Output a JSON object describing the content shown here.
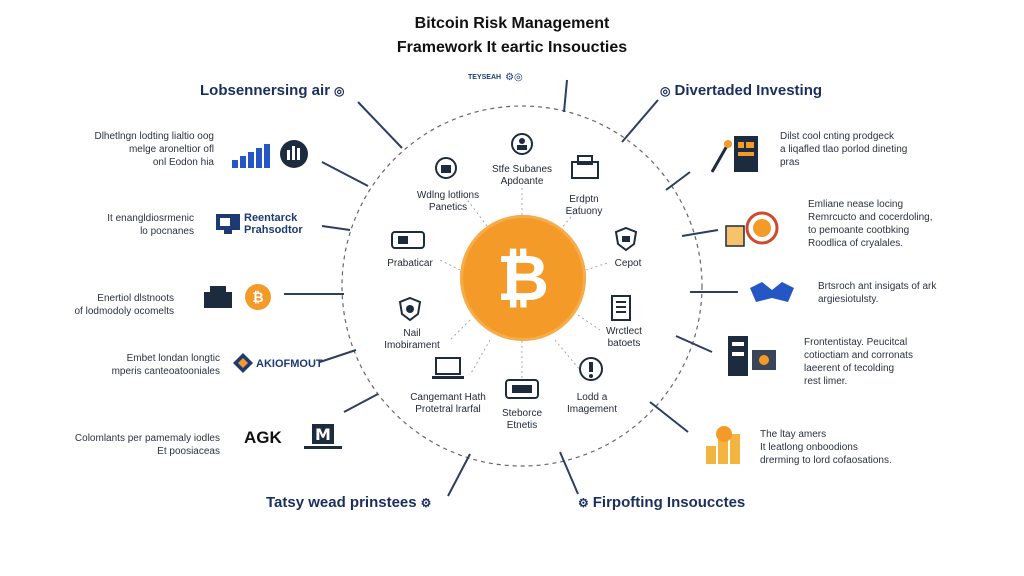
{
  "title": {
    "line1": "Bitcoin Risk Management",
    "line2": "Framework It eartic Insoucties"
  },
  "top_logo": {
    "text": "TEYSEAH"
  },
  "headings": {
    "top_left": "Lobsennersing air",
    "top_right": "Divertaded Investing",
    "bottom_left": "Tatsy wead prinstees",
    "bottom_right": "Firpofting Insoucctes"
  },
  "left_items": [
    {
      "text": "Dlhetlngn lodting lialtio oog\nmelge aroneltior ofl\nonl Eodon hia",
      "icon": "bar-chart-icon"
    },
    {
      "text": "It enangldiosrmenic\nlo pocnanes",
      "brand": "Reentarck\nPrahsodtor",
      "icon": "monitor-logo-icon"
    },
    {
      "text": "Enertiol dlstnoots\nof lodmodoly ocomelts",
      "icon": "bitcoin-coin-icon"
    },
    {
      "text": "Embet londan longtic\nmperis canteoatooniales",
      "brand": "AKIOFMOUT",
      "icon": "diamond-logo-icon"
    },
    {
      "text": "Colomlants per pamemaly iodles\nEt poosiaceas",
      "brand": "AGK",
      "icon": "m-logo-icon"
    }
  ],
  "right_items": [
    {
      "text": "Dilst cool cnting prodgeck\na liqafled tlao porlod dineting\npras",
      "icon": "chart-tools-icon"
    },
    {
      "text": "Emliane nease locing\nRemrcucto and cocerdoling,\nto pemoante cootbking\nRoodlica of cryalales.",
      "icon": "coins-target-icon"
    },
    {
      "text": "Brtsroch ant insigats of ark\nargiesiotulsty.",
      "icon": "handshake-icon"
    },
    {
      "text": "Frontentistay. Peucitcal\ncotioctiam and corronats\nlaeerent of tecolding\nrest limer.",
      "icon": "cabinet-icon"
    },
    {
      "text": "The ltay amers\nIt leatlong onboodions\ndrerming to lord cofaosations.",
      "icon": "coins-stack-icon"
    }
  ],
  "inner": {
    "top_left": "Wdlng lotlions\nPanetics",
    "top": "Stfe Subanes\nApdoante",
    "top_right": "Erdptn\nEatuony",
    "left": "Prabaticar",
    "right": "Cepot",
    "mid_left": "Nail\nImobirament",
    "mid_right": "Wrctlect\nbatoets",
    "bottom_left": "Cangemant Hath\nProtetral lrarfal",
    "bottom": "Steborce\nEtnetis",
    "bottom_right": "Lodd a\nImagement"
  },
  "center": {
    "symbol": "₿"
  },
  "colors": {
    "accent": "#f39a29",
    "navy": "#1b2f5e",
    "blue": "#2457c5"
  }
}
